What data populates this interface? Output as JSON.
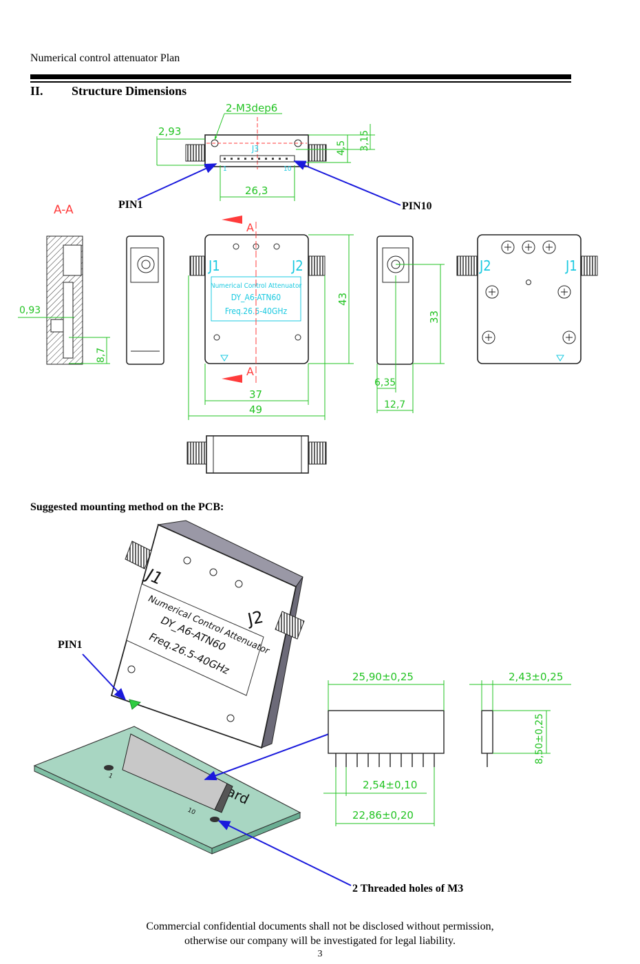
{
  "header": {
    "title": "Numerical control attenuator Plan"
  },
  "section": {
    "number": "II.",
    "title": "Structure Dimensions"
  },
  "top_drawing": {
    "labels": {
      "hole_note": "2-M3dep6",
      "dim_2_93": "2,93",
      "dim_3_15": "3,15",
      "dim_4_5": "4,5",
      "dim_26_3": "26,3",
      "connector": "J3",
      "pin_1_mark": "1",
      "pin_10_mark": "10",
      "pin1": "PIN1",
      "pin10": "PIN10"
    }
  },
  "views": {
    "section_label": "A-A",
    "section_marker": "A",
    "dim_0_93": "0,93",
    "dim_8_7": "8,7",
    "dim_43": "43",
    "dim_37": "37",
    "dim_49": "49",
    "dim_33": "33",
    "dim_6_35": "6,35",
    "dim_12_7": "12,7",
    "port_j1": "J1",
    "port_j2": "J2",
    "label_line1": "Numerical Control Attenuator",
    "label_line2": "DY_A6-ATN60",
    "label_line3": "Freq.26.5-40GHz"
  },
  "pcb": {
    "heading": "Suggested mounting method on the PCB:",
    "pin1": "PIN1",
    "port_j1": "J1",
    "port_j2": "J2",
    "label_line1": "Numerical Control Attenuator",
    "label_line2": "DY_A6-ATN60",
    "label_line3": "Freq.26.5-40GHz",
    "board_text": "ard",
    "pin_1_mark": "1",
    "pin_10_mark": "10",
    "threaded_holes": "2 Threaded holes of M3",
    "dim_25_90": "25,90±0,25",
    "dim_2_43": "2,43±0,25",
    "dim_8_50": "8,50±0,25",
    "dim_2_54": "2,54±0,10",
    "dim_22_86": "22,86±0,20"
  },
  "footer": {
    "line1": "Commercial confidential documents shall not be disclosed without permission,",
    "line2": "otherwise our company will be investigated for legal liability.",
    "page": "3"
  },
  "colors": {
    "dimension": "#22c322",
    "label_text": "#19c9e0",
    "arrow": "#1a1adc",
    "section_marker": "#ff3b3b"
  }
}
